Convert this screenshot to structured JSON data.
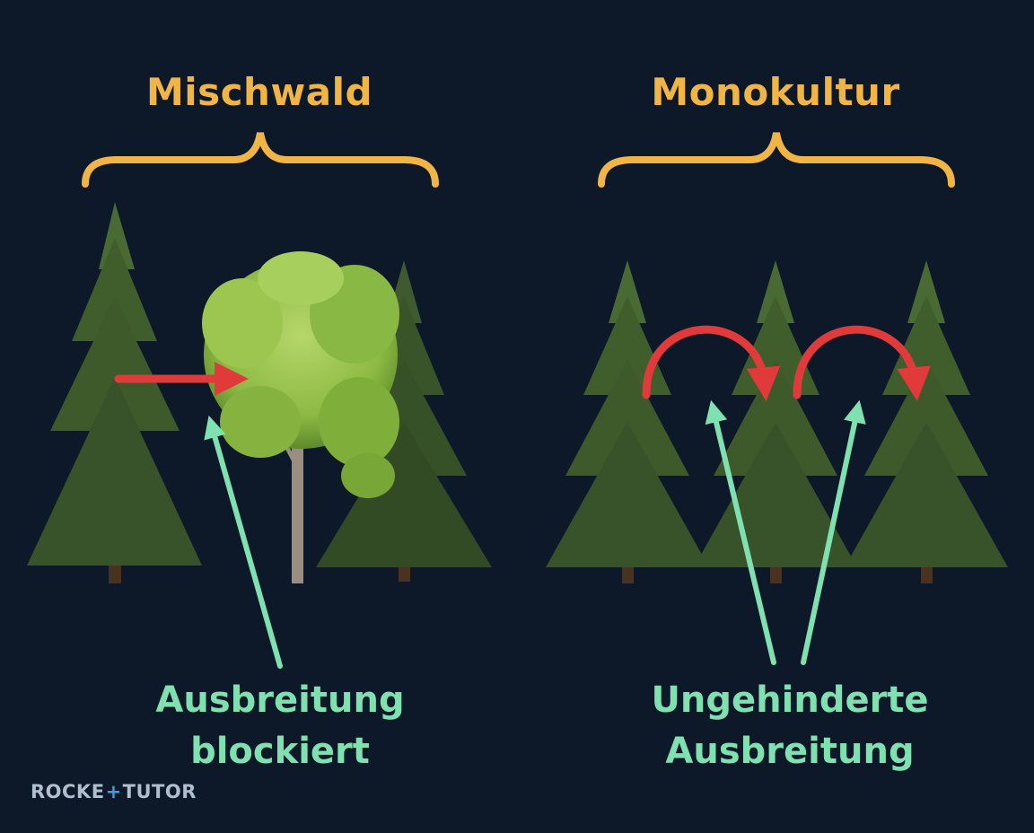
{
  "panels": [
    {
      "title": "Mischwald",
      "caption_line1": "Ausbreitung",
      "caption_line2": "blockiert"
    },
    {
      "title": "Monokultur",
      "caption_line1": "Ungehinderte",
      "caption_line2": "Ausbreitung"
    }
  ],
  "logo": {
    "part1": "ROCKE",
    "plus": "+",
    "part2": "TUTOR"
  },
  "colors": {
    "background": "#0d1828",
    "title": "#f0b545",
    "caption": "#7fe0b0",
    "blocked_arrow": "#e03a3a",
    "pointer_arrow": "#7fe0b0",
    "conifer": "#3f5a2c",
    "broadleaf": "#8fbf45"
  }
}
